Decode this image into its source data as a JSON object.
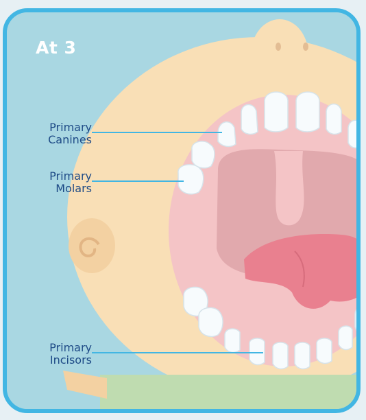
{
  "title": "At 3",
  "labels": [
    {
      "line1": "Primary",
      "line2": "Canines"
    },
    {
      "line1": "Primary",
      "line2": "Molars"
    },
    {
      "line1": "Primary",
      "line2": "Incisors"
    }
  ],
  "colors": {
    "frame": "#42b6e3",
    "background": "#a9d7e2",
    "skin": "#f9dfb6",
    "mouth": "#f4c4c6",
    "throat": "#e1a9ad",
    "tongue": "#e9808f",
    "tooth": "#f7fbfd",
    "label_text": "#1d4a86",
    "leader_line": "#42b6e3",
    "shirt": "#bfdcb0"
  }
}
